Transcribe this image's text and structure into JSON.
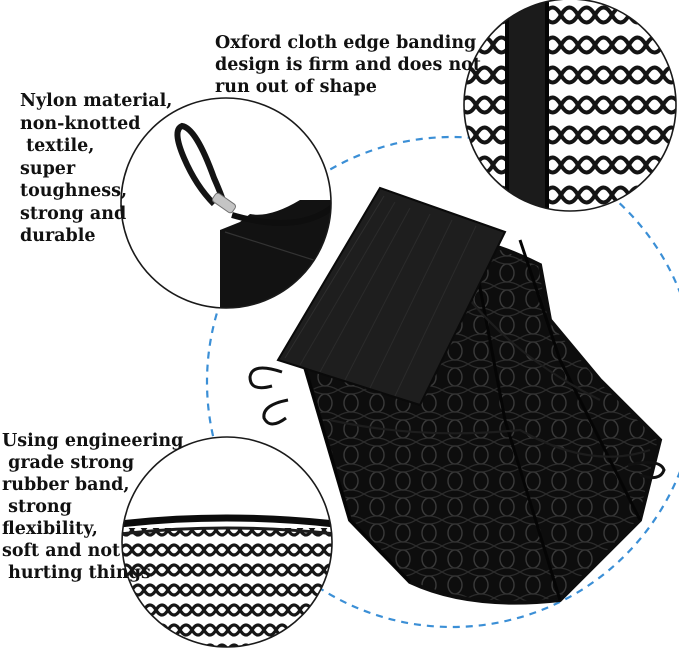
{
  "callouts": {
    "oxford": "Oxford cloth edge banding\ndesign is firm and does not\nrun out of shape",
    "nylon": "Nylon material,\nnon-knotted\n textile,\nsuper\ntoughness,\nstrong and\ndurable",
    "rubber": "Using engineering\n grade strong\nrubber band,\n strong\nflexibility,\nsoft and not\n hurting things"
  },
  "colors": {
    "circle_outline": "#1a1a1a",
    "dashed_ring": "#3b8fd6",
    "net": "#121212",
    "banding": "#1e1e1e"
  }
}
